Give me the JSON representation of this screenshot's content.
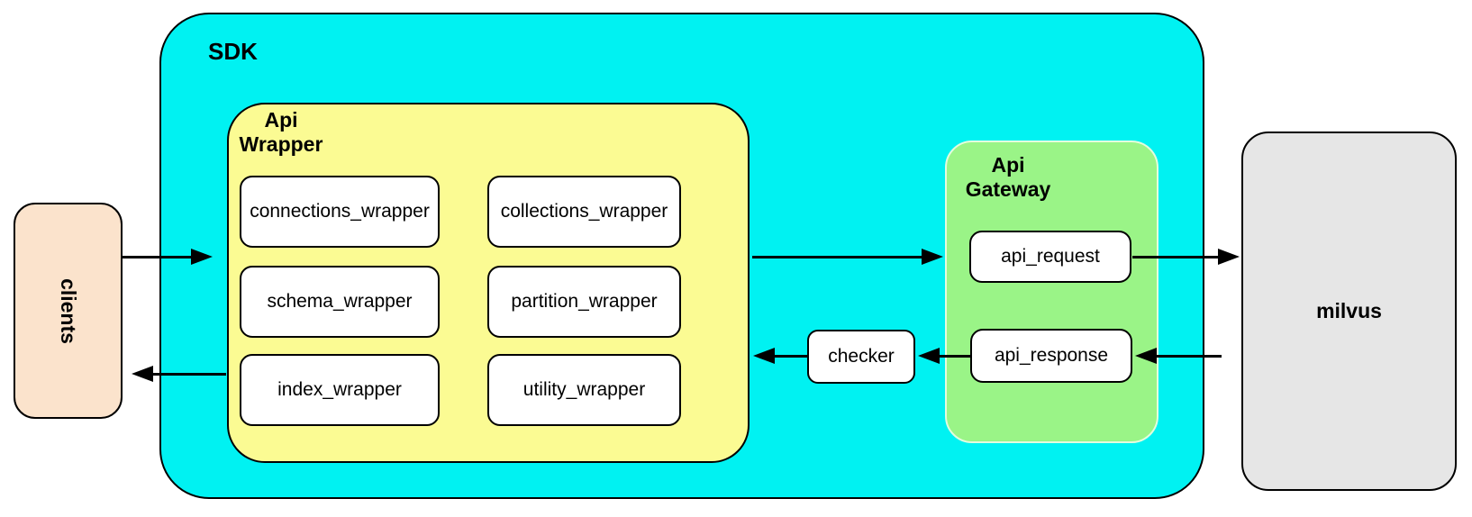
{
  "diagram": {
    "clients": {
      "label": "clients"
    },
    "sdk": {
      "label": "SDK"
    },
    "api_wrapper": {
      "title_lines": [
        "Api",
        "Wrapper"
      ],
      "nodes": [
        "connections_wrapper",
        "collections_wrapper",
        "schema_wrapper",
        "partition_wrapper",
        "index_wrapper",
        "utility_wrapper"
      ]
    },
    "checker": {
      "label": "checker"
    },
    "api_gateway": {
      "title_lines": [
        "Api",
        "Gateway"
      ],
      "request_label": "api_request",
      "response_label": "api_response"
    },
    "milvus": {
      "label": "milvus"
    },
    "colors": {
      "sdk_fill": "#00F2F2",
      "wrapper_fill": "#FBFB93",
      "gateway_fill": "#9AF487",
      "gateway_border": "#E3FCDE",
      "clients_fill": "#FBE3CC",
      "milvus_fill": "#E6E6E6",
      "node_fill": "#FFFFFF",
      "border": "#000000"
    }
  }
}
